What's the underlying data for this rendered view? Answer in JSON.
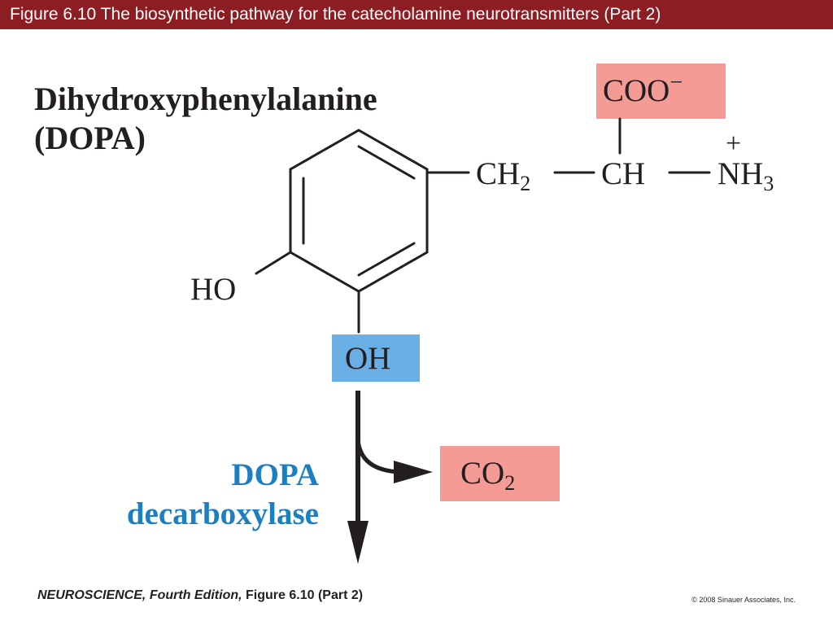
{
  "header": {
    "title": "Figure 6.10  The biosynthetic pathway for the catecholamine neurotransmitters (Part 2)"
  },
  "compound": {
    "name_line1": "Dihydroxyphenylalanine",
    "name_line2": "(DOPA)"
  },
  "groups": {
    "carboxylate": "COO",
    "carboxylate_charge": "−",
    "ch2": "CH",
    "ch2_sub": "2",
    "ch": "CH",
    "ammonium": "NH",
    "ammonium_sub": "3",
    "ammonium_charge": "+",
    "hydroxyl_left": "HO",
    "hydroxyl_bottom": "OH"
  },
  "reaction": {
    "enzyme_line1": "DOPA",
    "enzyme_line2": "decarboxylase",
    "byproduct": "CO",
    "byproduct_sub": "2"
  },
  "footer": {
    "book": "NEUROSCIENCE,",
    "edition": "Fourth Edition,",
    "figure": "Figure 6.10 (Part 2)",
    "copyright": "© 2008 Sinauer Associates, Inc."
  },
  "colors": {
    "title_bar": "#8b1d23",
    "highlight_pink": "#f49b95",
    "highlight_blue": "#6aaee6",
    "enzyme_text": "#1b7fc2",
    "ink": "#231f20"
  }
}
